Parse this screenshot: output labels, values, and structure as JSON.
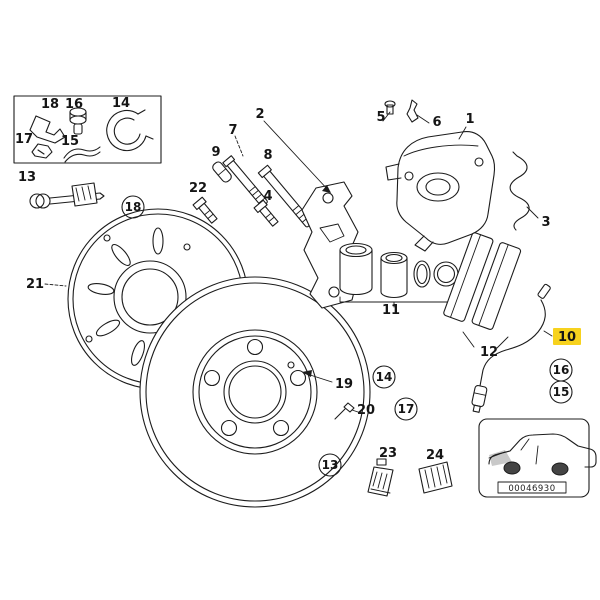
{
  "diagram": {
    "highlight_color": "#f7d21e",
    "code": "00046930",
    "callouts": {
      "box18": "18",
      "box16": "16",
      "box14": "14",
      "box17": "17",
      "box15": "15",
      "box13": "13",
      "c18": "18",
      "c21": "21",
      "c22": "22",
      "c9": "9",
      "c7": "7",
      "c2": "2",
      "c8": "8",
      "c4": "4",
      "c5": "5",
      "c6": "6",
      "c1": "1",
      "c3": "3",
      "c11": "11",
      "c12": "12",
      "c10": "10",
      "r16": "16",
      "r15": "15",
      "c14": "14",
      "c17": "17",
      "c13": "13",
      "c19": "19",
      "c20": "20",
      "c23": "23",
      "c24": "24"
    }
  }
}
